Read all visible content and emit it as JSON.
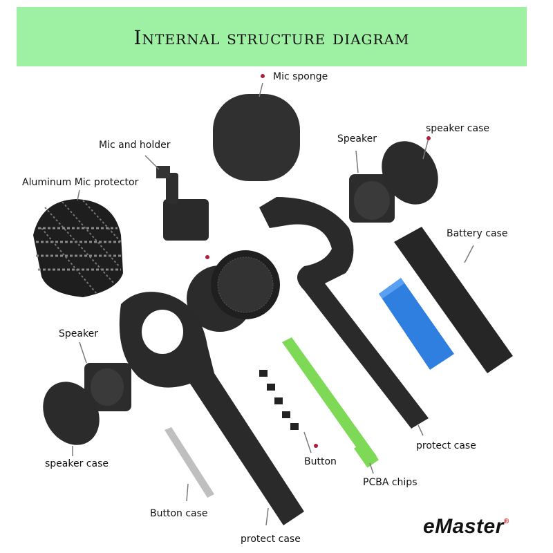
{
  "title": "Internal structure diagram",
  "labels": {
    "mic_sponge": "Mic sponge",
    "mic_and_holder": "Mic and holder",
    "aluminum_mic_protector": "Aluminum Mic protector",
    "speaker_top": "Speaker",
    "speaker_case_top": "speaker case",
    "battery_case": "Battery case",
    "speaker_left": "Speaker",
    "speaker_case_left": "speaker case",
    "button": "Button",
    "pcba_chips": "PCBA chips",
    "protect_case_right": "protect case",
    "button_case": "Button case",
    "protect_case_bottom": "protect case"
  },
  "logo": {
    "text": "Master",
    "e": "e"
  },
  "colors": {
    "banner": "#9ef0a3",
    "part": "#2a2a2a",
    "pcb": "#7ed957",
    "battery": "#2f7fe0",
    "leader": "#7a7a7a",
    "dot": "#b0203a"
  }
}
